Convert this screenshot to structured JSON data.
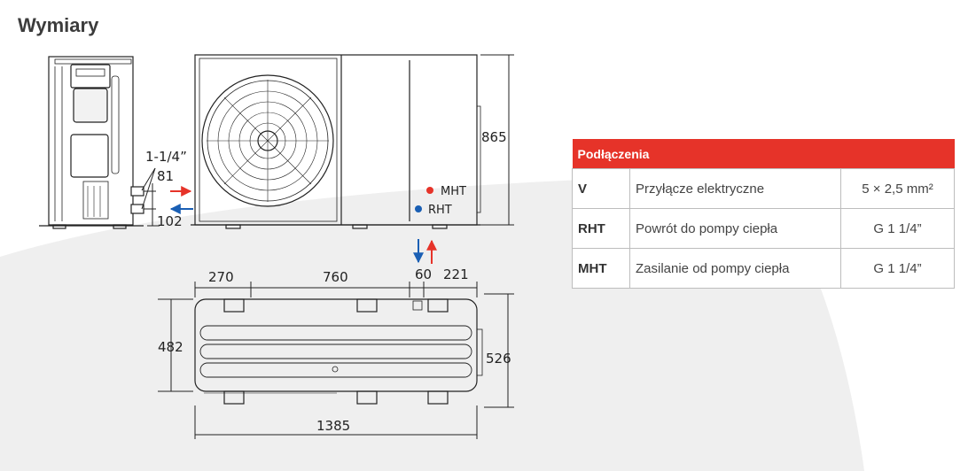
{
  "title": "Wymiary",
  "side_view": {
    "pipe_size": "1-1/4”",
    "upper_height": "81",
    "lower_height": "102"
  },
  "front_view": {
    "height": "865",
    "legend_mht": "MHT",
    "legend_rht": "RHT",
    "colors": {
      "mht": "#e63329",
      "rht": "#1a5fb4"
    }
  },
  "top_view": {
    "dim_270": "270",
    "dim_760": "760",
    "dim_60": "60",
    "dim_221": "221",
    "depth_inner": "482",
    "depth_outer": "526",
    "width": "1385"
  },
  "connections": {
    "header": "Podłączenia",
    "rows": [
      {
        "code": "V",
        "description": "Przyłącze elektryczne",
        "value": "5 × 2,5 mm²"
      },
      {
        "code": "RHT",
        "description": "Powrót do pompy ciepła",
        "value": "G 1 1/4”"
      },
      {
        "code": "MHT",
        "description": "Zasilanie od pompy ciepła",
        "value": "G 1 1/4”"
      }
    ]
  },
  "accent_color": "#e63329"
}
